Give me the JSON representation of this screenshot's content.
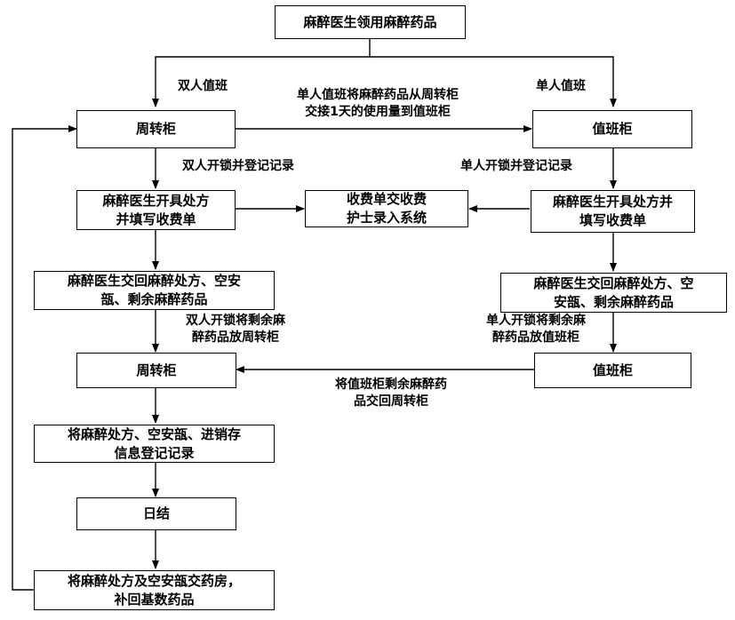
{
  "nodes": {
    "start": "麻醉医生领用麻醉药品",
    "cabinet_top_left": "周转柜",
    "cabinet_top_right": "值班柜",
    "prescribe_left": "麻醉医生开具处方并填写收费单",
    "billing": "收费单交收费护士录入系统",
    "prescribe_right": "麻醉医生开具处方并填写收费单",
    "return_left": "麻醉医生交回麻醉处方、空安瓿、剩余麻醉药品",
    "return_right": "麻醉医生交回麻醉处方、空安瓿、剩余麻醉药品",
    "cabinet_mid_left": "周转柜",
    "cabinet_mid_right": "值班柜",
    "register": "将麻醉处方、空安瓿、进销存信息登记记录",
    "daily_close": "日结",
    "pharmacy": "将麻醉处方及空安瓿交药房，补回基数药品"
  },
  "edge_labels": {
    "double_shift": "双人值班",
    "single_shift": "单人值班",
    "transfer_line1": "单人值班将麻醉药品从周转柜",
    "transfer_line2": "交接1天的使用量到值班柜",
    "double_unlock": "双人开锁并登记记录",
    "single_unlock": "单人开锁并登记记录",
    "double_store_line1": "双人开锁将剩余麻",
    "double_store_line2": "醉药品放周转柜",
    "single_store_line1": "单人开锁将剩余麻",
    "single_store_line2": "醉药品放值班柜",
    "return_to_cabinet_line1": "将值班柜剩余麻醉药",
    "return_to_cabinet_line2": "品交回周转柜"
  },
  "box_lines": {
    "prescribe_left": [
      "麻醉医生开具处方",
      "并填写收费单"
    ],
    "billing": [
      "收费单交收费",
      "护士录入系统"
    ],
    "prescribe_right": [
      "麻醉医生开具处方并",
      "填写收费单"
    ],
    "return_left": [
      "麻醉医生交回麻醉处方、空安",
      "瓿、剩余麻醉药品"
    ],
    "return_right": [
      "麻醉医生交回麻醉处方、空",
      "安瓿、剩余麻醉药品"
    ],
    "register": [
      "将麻醉处方、空安瓿、进销存",
      "信息登记记录"
    ],
    "pharmacy": [
      "将麻醉处方及空安瓿交药房，",
      "补回基数药品"
    ]
  }
}
